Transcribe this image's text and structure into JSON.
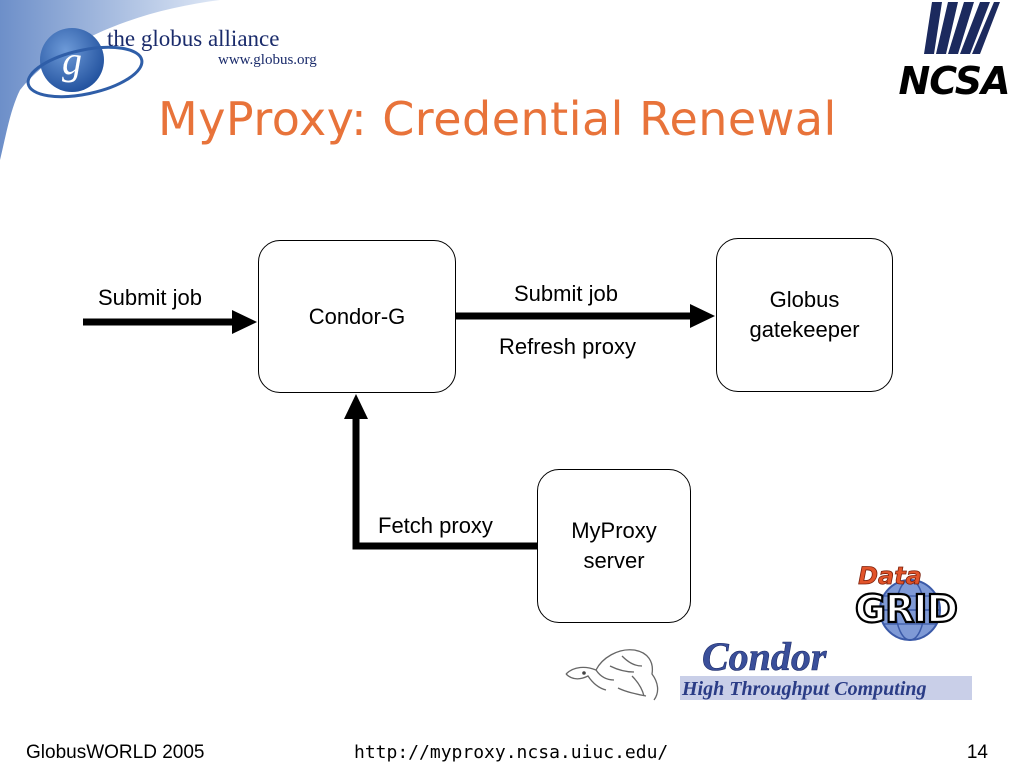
{
  "logos": {
    "globus": {
      "line1": "the globus alliance",
      "line2": "www.globus.org",
      "icon": "globus-g-logo-icon"
    },
    "ncsa": {
      "text": "NCSA",
      "icon": "ncsa-logo-icon"
    },
    "datagrid": {
      "top": "Data",
      "bottom": "GRID",
      "icon": "datagrid-logo-icon"
    },
    "condor": {
      "title": "Condor",
      "tagline": "High Throughput Computing",
      "icon": "condor-bird-icon"
    }
  },
  "title": "MyProxy: Credential Renewal",
  "diagram": {
    "nodes": {
      "condor_g": "Condor-G",
      "globus_line1": "Globus",
      "globus_line2": "gatekeeper",
      "myproxy_line1": "MyProxy",
      "myproxy_line2": "server"
    },
    "edges": {
      "submit_in": "Submit job",
      "submit_out": "Submit job",
      "refresh": "Refresh proxy",
      "fetch": "Fetch proxy"
    }
  },
  "footer": {
    "left": "GlobusWORLD 2005",
    "center": "http://myproxy.ncsa.uiuc.edu/",
    "right": "14"
  },
  "colors": {
    "title": "#e8733a",
    "globus_blue": "#2f5ea8",
    "ncsa_navy": "#1c2a5e"
  }
}
